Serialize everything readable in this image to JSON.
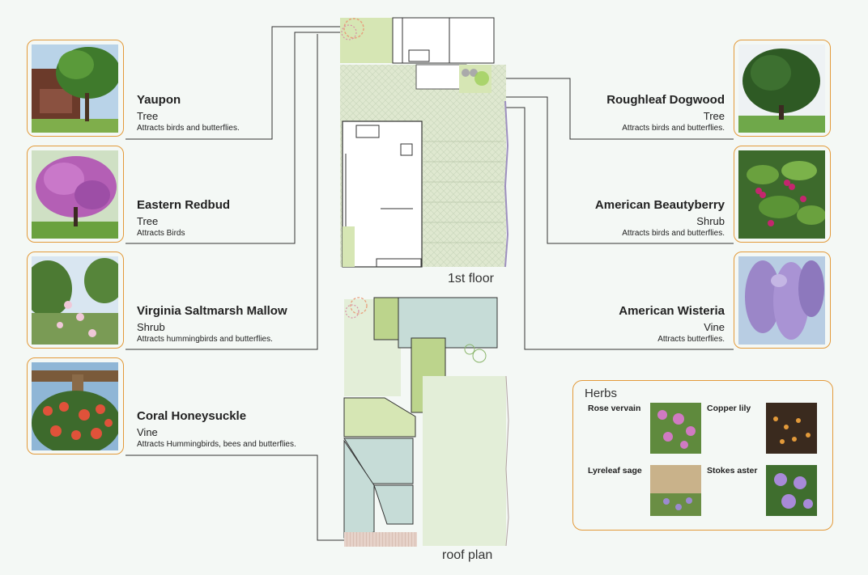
{
  "plants_left": [
    {
      "name": "Yaupon",
      "type": "Tree",
      "note": "Attracts birds and butterflies.",
      "icon": "yaupon-tree-photo"
    },
    {
      "name": "Eastern Redbud",
      "type": "Tree",
      "note": "Attracts Birds",
      "icon": "redbud-tree-photo"
    },
    {
      "name": "Virginia Saltmarsh Mallow",
      "type": "Shrub",
      "note": "Attracts hummingbirds and butterflies.",
      "icon": "mallow-shrub-photo"
    },
    {
      "name": "Coral Honeysuckle",
      "type": "Vine",
      "note": "Attracts Hummingbirds, bees and butterflies.",
      "icon": "honeysuckle-vine-photo"
    }
  ],
  "plants_right": [
    {
      "name": "Roughleaf Dogwood",
      "type": "Tree",
      "note": "Attracts birds and butterflies.",
      "icon": "dogwood-tree-photo"
    },
    {
      "name": "American Beautyberry",
      "type": "Shrub",
      "note": "Attracts birds and butterflies.",
      "icon": "beautyberry-shrub-photo"
    },
    {
      "name": "American Wisteria",
      "type": "Vine",
      "note": "Attracts butterflies.",
      "icon": "wisteria-vine-photo"
    }
  ],
  "plan_labels": {
    "first_floor": "1st floor",
    "roof_plan": "roof plan"
  },
  "herbs": {
    "title": "Herbs",
    "items": [
      {
        "name": "Rose vervain",
        "icon": "rose-vervain-photo"
      },
      {
        "name": "Copper lily",
        "icon": "copper-lily-photo"
      },
      {
        "name": "Lyreleaf sage",
        "icon": "lyreleaf-sage-photo"
      },
      {
        "name": "Stokes aster",
        "icon": "stokes-aster-photo"
      }
    ]
  },
  "colors": {
    "accent_orange": "#e39a3a",
    "plan_light_green": "#d6e6b4",
    "plan_green": "#bcd48c",
    "plan_blue_gray": "#c6dcd7",
    "plan_pale": "#e3eed8"
  }
}
